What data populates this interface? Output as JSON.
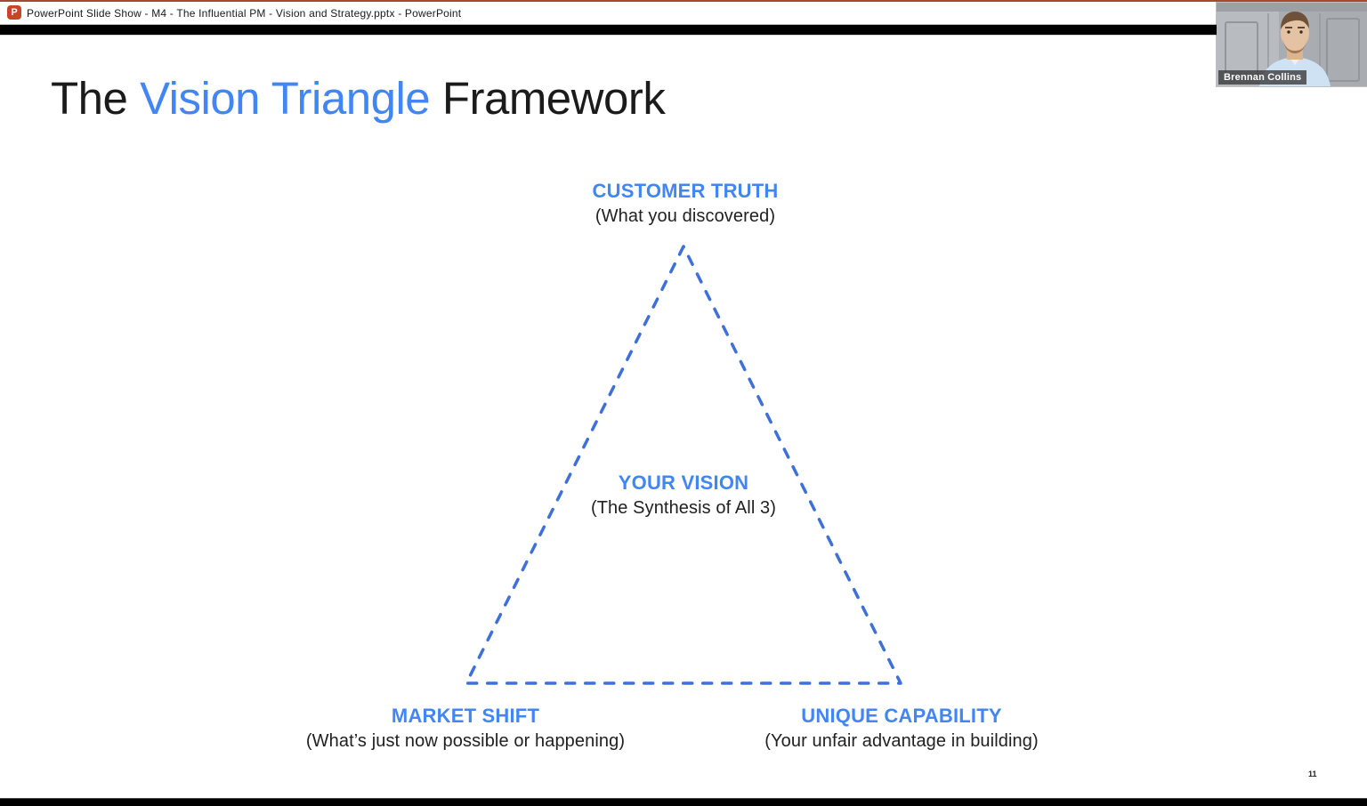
{
  "window": {
    "title": "PowerPoint Slide Show  -  M4 - The Influential PM - Vision and Strategy.pptx - PowerPoint",
    "icon_letter": "P"
  },
  "slide": {
    "title": {
      "prefix": "The ",
      "highlight": "Vision Triangle",
      "suffix": " Framework"
    },
    "nodes": {
      "top": {
        "label": "CUSTOMER TRUTH",
        "sublabel": "(What you discovered)"
      },
      "center": {
        "label": "YOUR VISION",
        "sublabel": "(The Synthesis of All 3)"
      },
      "bottom_left": {
        "label": "MARKET SHIFT",
        "sublabel": "(What’s just now possible or happening)"
      },
      "bottom_right": {
        "label": "UNIQUE CAPABILITY",
        "sublabel": "(Your unfair advantage in building)"
      }
    },
    "page_number": "11"
  },
  "webcam": {
    "name": "Brennan Collins"
  },
  "colors": {
    "accent_blue": "#4285F4",
    "triangle_blue": "#3E70D9",
    "title_black": "#1b1b1b",
    "pp_orange": "#C8452A"
  }
}
